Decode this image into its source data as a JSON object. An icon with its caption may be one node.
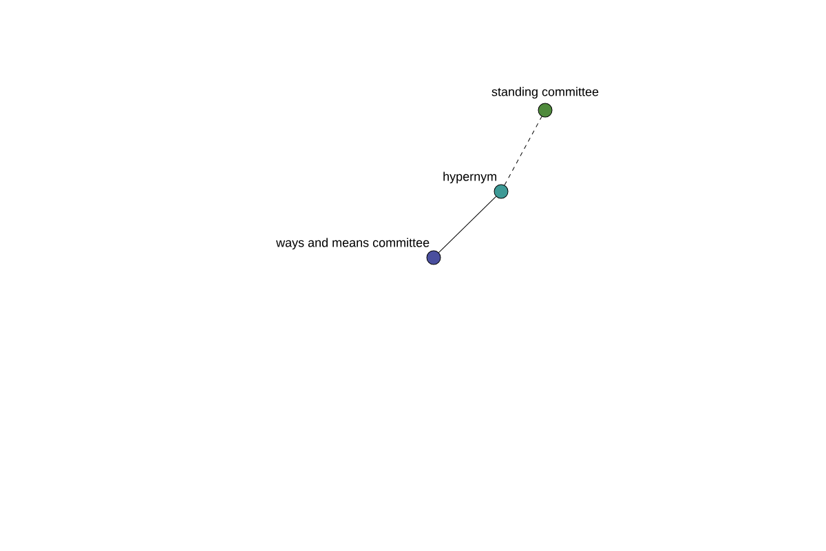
{
  "diagram": {
    "nodes": [
      {
        "text": [
          "standing committee"
        ]
      },
      {
        "text": [
          "hypernym"
        ]
      },
      {
        "text": [
          "ways and means committee"
        ]
      }
    ],
    "edges": [
      {
        "from": 2,
        "to": 1,
        "arrow": "none"
      },
      {
        "from": 1,
        "to": 0,
        "arrow": "none",
        "style": "dashed"
      }
    ]
  }
}
